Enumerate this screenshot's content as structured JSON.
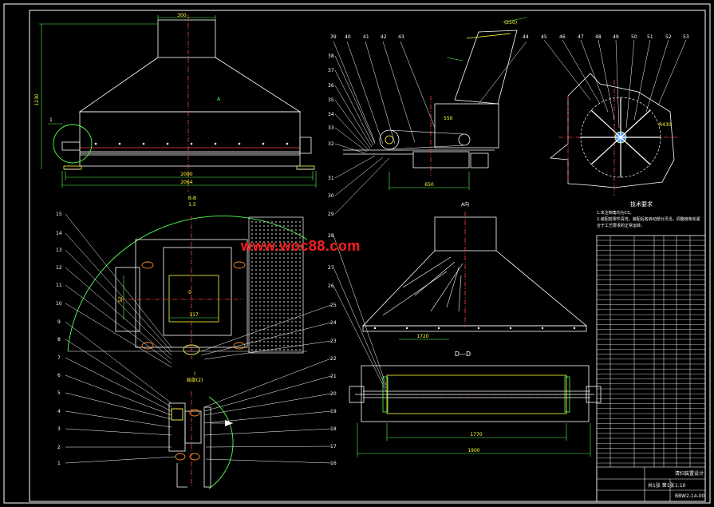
{
  "watermark": "www.woc88.com",
  "dims": {
    "hood_top_width": "300",
    "hood_height": "1230",
    "inner_span": "2000",
    "overall_span": "2064",
    "side_dim_550": "550",
    "side_dim_650": "650",
    "chute_dim": "(250)",
    "radius_label": "R430",
    "section_width": "1720",
    "rotor_length_inner": "1770",
    "rotor_length_outer": "1900",
    "detail_117": "117",
    "detail_52": "52",
    "detail_0": "0"
  },
  "view_labels": {
    "section_bb": "B-B",
    "section_bb_scale": "1:5",
    "detail_view": "I",
    "detail_view_scale": "局部(2)",
    "view_a": "A",
    "view_dd": "D—D",
    "view_top_label": "A向"
  },
  "tech_req": {
    "title": "技术要求",
    "line1": "1.未注倒角均为C5。",
    "line2": "2.装配前零件清洗，装配后各转动部分灵活，调整链条松紧",
    "line3": "  合于工艺要求的正常运转。"
  },
  "part_numbers_left": [
    "15",
    "14",
    "13",
    "12",
    "11",
    "10",
    "9",
    "8",
    "7",
    "6",
    "5",
    "4",
    "3",
    "2",
    "1"
  ],
  "part_numbers_right": [
    "25",
    "24",
    "23",
    "22",
    "21",
    "20",
    "19",
    "18",
    "17",
    "16"
  ],
  "part_numbers_top_mid": [
    "39",
    "40",
    "41",
    "42",
    "43",
    "44"
  ],
  "part_numbers_top_right": [
    "45",
    "46",
    "47",
    "48",
    "49",
    "50",
    "51",
    "52",
    "53"
  ],
  "part_numbers_mid_left": [
    "38",
    "37",
    "36",
    "35",
    "34",
    "33",
    "32",
    "31",
    "30",
    "29"
  ],
  "part_numbers_section": [
    "28",
    "27",
    "26"
  ],
  "title_block": {
    "drawing_no": "BBW2-14-00",
    "name": "清扫装置设计",
    "sheet": "共1张 第1张",
    "scale": "1:10"
  }
}
